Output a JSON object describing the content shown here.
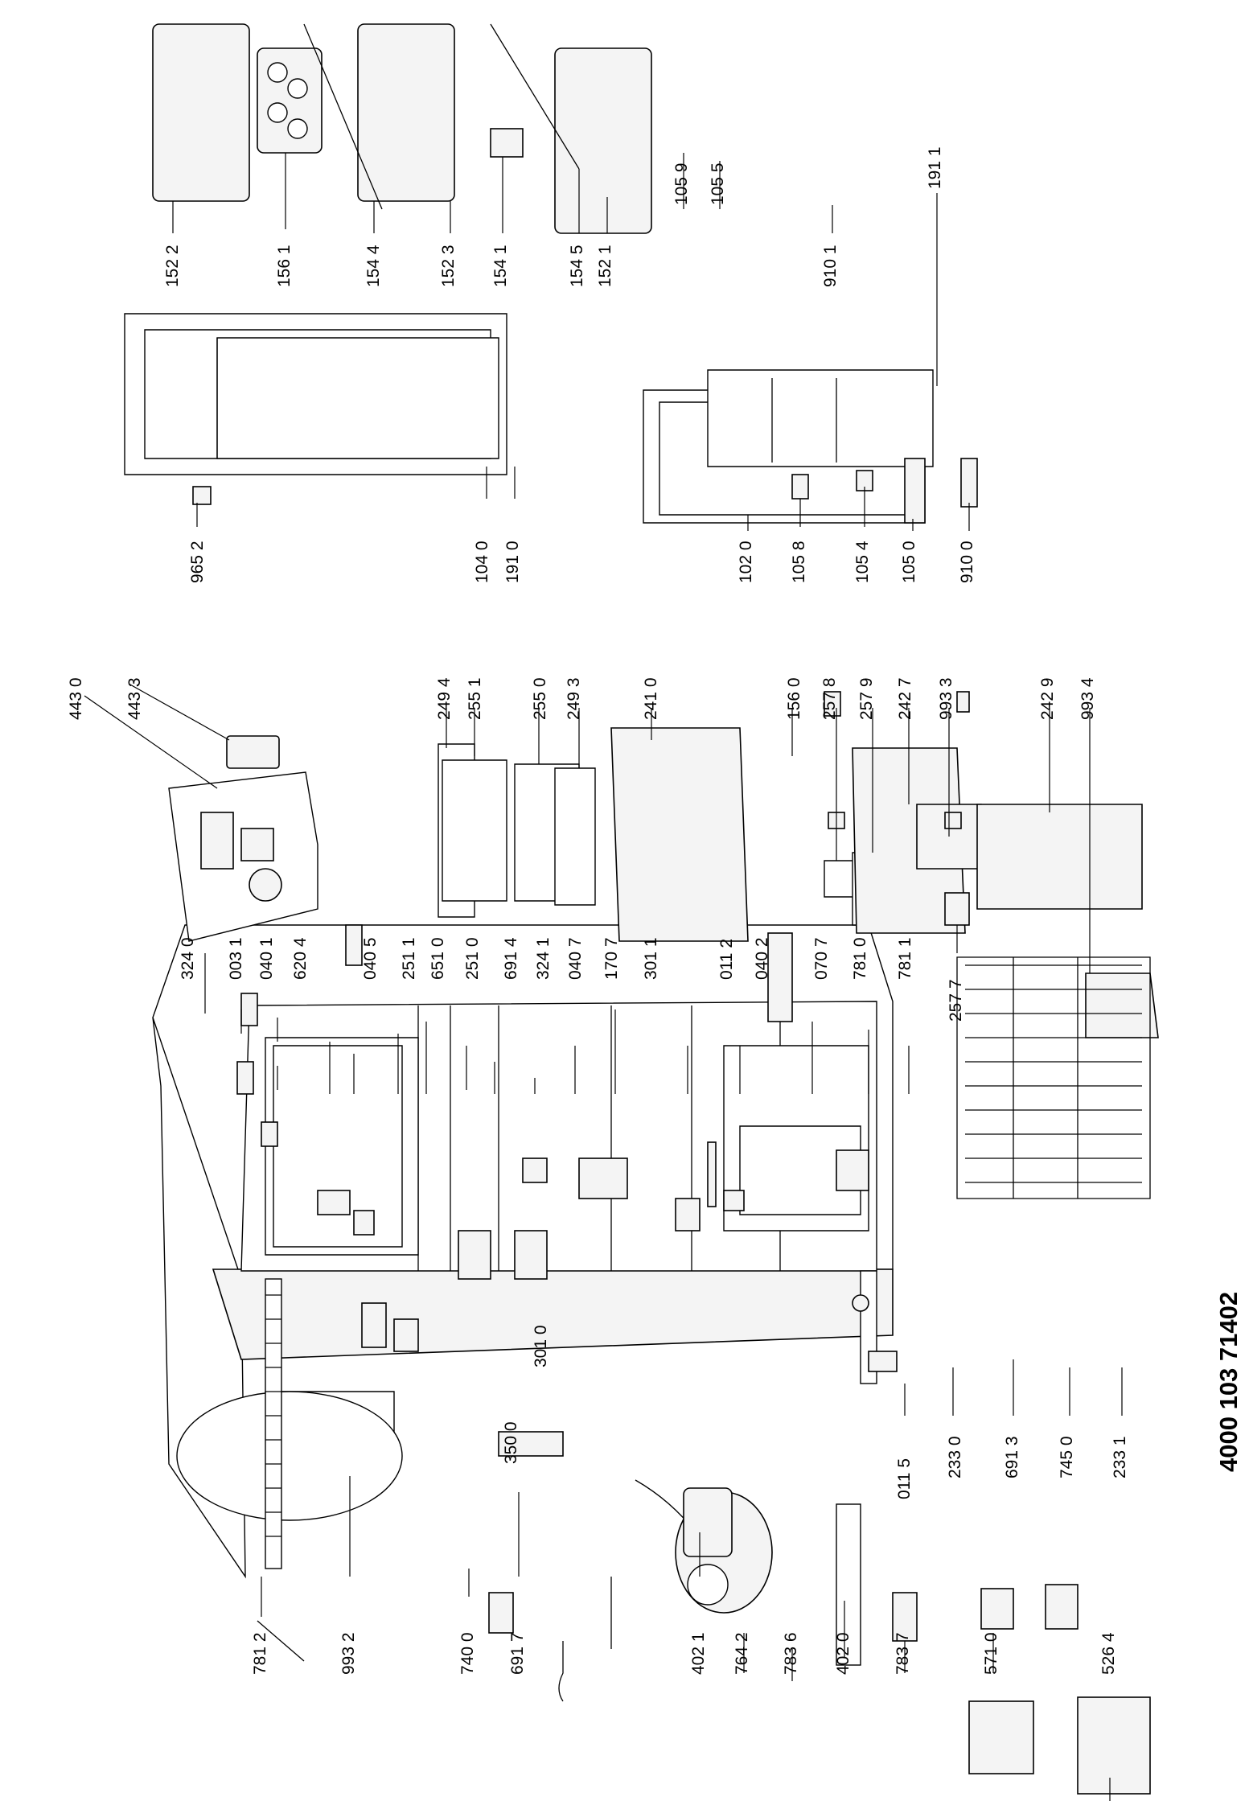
{
  "document_id": "4000 103 71402",
  "callouts": [
    "324 0",
    "003 1",
    "040 1",
    "620 4",
    "040 5",
    "251 1",
    "651 0",
    "251 0",
    "691 4",
    "324 1",
    "040 7",
    "170 7",
    "301 1",
    "301 0",
    "350 0",
    "011 2",
    "040 2",
    "070 7",
    "781 0",
    "781 1",
    "011 5",
    "233 0",
    "691 3",
    "745 0",
    "233 1",
    "443 0",
    "443 3",
    "249 4",
    "255 1",
    "255 0",
    "249 3",
    "241 0",
    "156 0",
    "257 8",
    "257 9",
    "242 7",
    "993 3",
    "242 9",
    "993 4",
    "257 7",
    "965 2",
    "104 0",
    "191 0",
    "102 0",
    "105 8",
    "105 4",
    "105 0",
    "910 0",
    "152 2",
    "156 1",
    "154 4",
    "152 3",
    "154 1",
    "154 5",
    "152 1",
    "105 9",
    "105 5",
    "910 1",
    "191 1",
    "781 2",
    "993 2",
    "740 0",
    "691 7",
    "402 1",
    "764 2",
    "783 6",
    "402 0",
    "783 7",
    "571 0",
    "526 4"
  ]
}
